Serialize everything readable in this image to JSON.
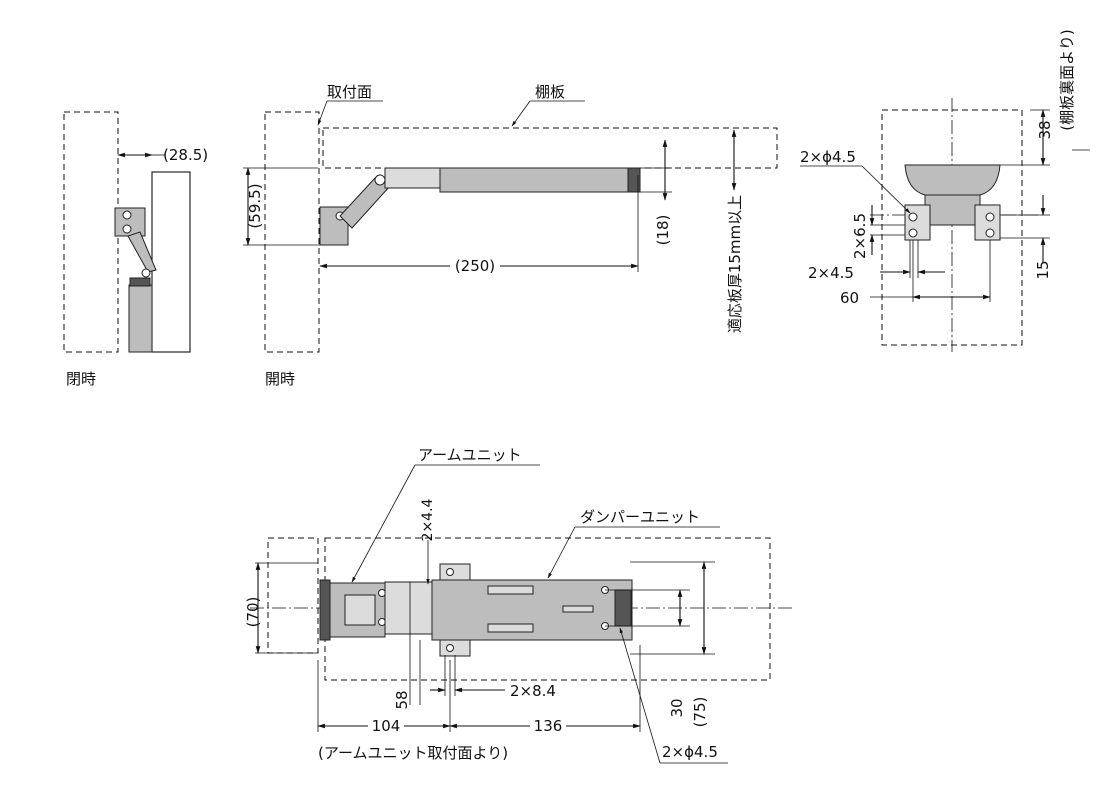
{
  "labels": {
    "closed": "閉時",
    "open": "開時",
    "mount_face": "取付面",
    "shelf": "棚板",
    "shelf_thickness": "適応板厚15mm以上",
    "from_shelf_back": "(棚板裏面より)",
    "arm_unit": "アームユニット",
    "damper_unit": "ダンパーユニット",
    "from_arm_mount": "(アームユニット取付面より)"
  },
  "dims": {
    "d28_5": "(28.5)",
    "d59_5": "(59.5)",
    "d250": "(250)",
    "d18": "(18)",
    "d38": "38",
    "d2x4_5_hole": "2×ϕ4.5",
    "d2x6_5": "2×6.5",
    "d2x4_5": "2×4.5",
    "d60": "60",
    "d15": "15",
    "d2x4_4": "2×4.4",
    "d70": "(70)",
    "d58": "58",
    "d2x8_4": "2×8.4",
    "d104": "104",
    "d136": "136",
    "d30": "30",
    "d75": "(75)",
    "d2x4_5_hole_b": "2×ϕ4.5"
  }
}
